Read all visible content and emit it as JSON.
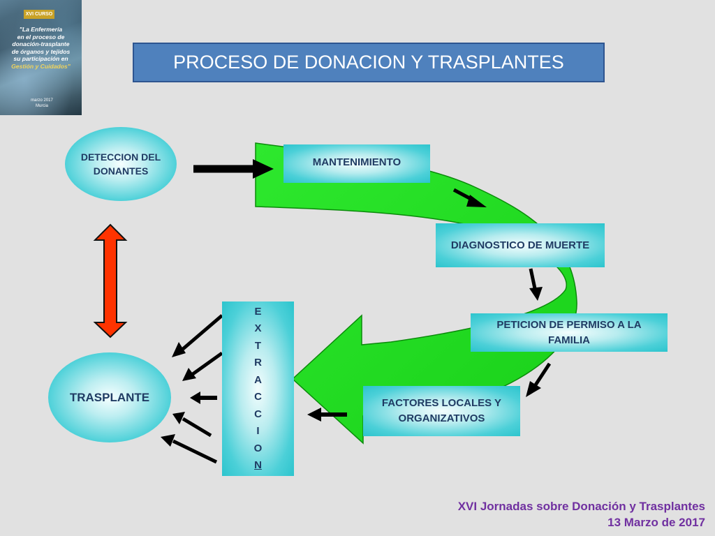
{
  "cover": {
    "badge": "XVI CURSO",
    "lines": [
      "\"La Enfermería",
      "en el proceso de",
      "donación-trasplante",
      "de órganos y tejidos",
      "su participación en"
    ],
    "accent": "Gestión y Cuidados\"",
    "date": "marzo 2017",
    "place": "Murcia"
  },
  "title": "PROCESO DE DONACION Y TRASPLANTES",
  "nodes": {
    "detection": [
      "DETECCION DEL",
      "DONANTES"
    ],
    "transplant": "TRASPLANTE",
    "maintenance": "MANTENIMIENTO",
    "diagnosis": "DIAGNOSTICO DE MUERTE",
    "permission": [
      "PETICION DE PERMISO A LA",
      "FAMILIA"
    ],
    "factors": [
      "FACTORES LOCALES Y",
      "ORGANIZATIVOS"
    ],
    "extraction": [
      "E",
      "X",
      "T",
      "R",
      "A",
      "C",
      "C",
      "I",
      "O",
      "N"
    ]
  },
  "footer": {
    "line1": "XVI Jornadas sobre Donación y Trasplantes",
    "line2": "13 Marzo de 2017"
  },
  "colors": {
    "title_bg": "#4f81bd",
    "node_teal": "#2cc4cd",
    "node_text": "#1f3b63",
    "cycle_arrow": "#22dd22",
    "double_arrow": "#ff3300",
    "footer_text": "#7030a0"
  }
}
